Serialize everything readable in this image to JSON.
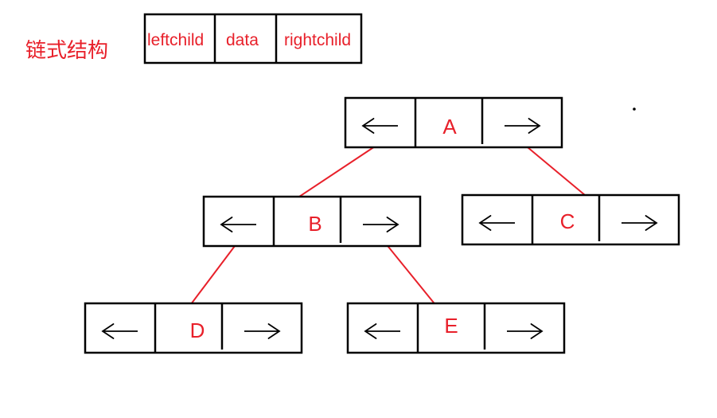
{
  "title": "链式结构",
  "legend": {
    "fields": [
      "leftchild",
      "data",
      "rightchild"
    ]
  },
  "nodes": [
    {
      "id": "A",
      "label": "A"
    },
    {
      "id": "B",
      "label": "B"
    },
    {
      "id": "C",
      "label": "C"
    },
    {
      "id": "D",
      "label": "D"
    },
    {
      "id": "E",
      "label": "E"
    }
  ],
  "edges": [
    {
      "from": "A",
      "to": "B",
      "side": "left"
    },
    {
      "from": "A",
      "to": "C",
      "side": "right"
    },
    {
      "from": "B",
      "to": "D",
      "side": "left"
    },
    {
      "from": "B",
      "to": "E",
      "side": "right"
    }
  ],
  "colors": {
    "accent": "#e8202a",
    "stroke": "#000000",
    "background": "#ffffff"
  }
}
